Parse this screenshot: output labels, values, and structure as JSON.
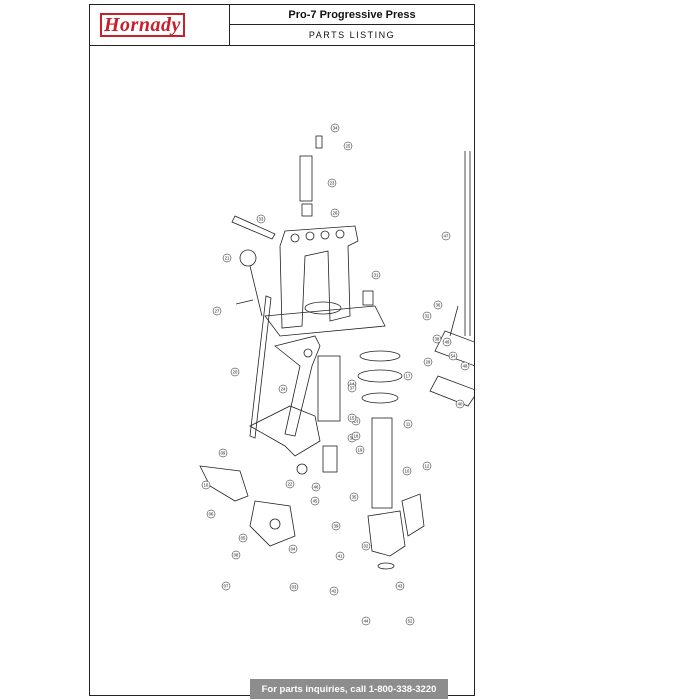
{
  "header": {
    "logo_text": "Hornady",
    "title": "Pro-7 Progressive Press",
    "subtitle": "PARTS LISTING"
  },
  "footer": {
    "text": "For parts inquiries, call 1-800-338-3220"
  },
  "colors": {
    "logo_red": "#c8202a",
    "footer_bg": "#8d8d8d"
  },
  "callouts": [
    "34",
    "25",
    "23",
    "26",
    "33",
    "31",
    "21",
    "27",
    "20",
    "36",
    "30",
    "24",
    "22",
    "47",
    "32",
    "53",
    "38",
    "48",
    "49",
    "29",
    "51",
    "54",
    "28",
    "50",
    "46",
    "45",
    "40",
    "16",
    "10",
    "11",
    "13",
    "14",
    "15",
    "18",
    "19",
    "12",
    "17",
    "37",
    "39",
    "41",
    "42",
    "43",
    "44",
    "52",
    "35",
    "02",
    "03",
    "04",
    "05",
    "06",
    "07",
    "08",
    "09"
  ]
}
